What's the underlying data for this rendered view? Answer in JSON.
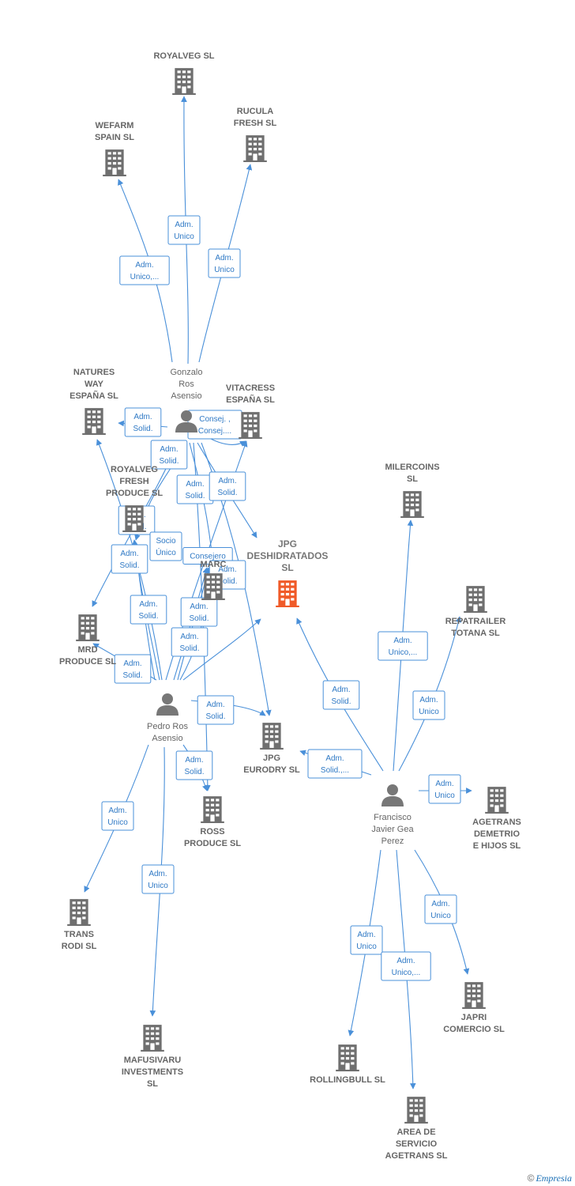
{
  "colors": {
    "edge": "#4a90d9",
    "company_icon": "#6f6f6f",
    "focus_icon": "#f05a28",
    "person_icon": "#777777",
    "label_text": "#666666",
    "relation_text": "#2f79c5"
  },
  "footer": {
    "copyright_symbol": "©",
    "brand": "Empresia"
  },
  "nodes": [
    {
      "id": "jpg_deshidratados",
      "type": "focus",
      "label": [
        "JPG",
        "DESHIDRATADOS",
        "SL"
      ]
    },
    {
      "id": "royalveg",
      "type": "company",
      "label": [
        "ROYALVEG SL"
      ]
    },
    {
      "id": "rucula",
      "type": "company",
      "label": [
        "RUCULA",
        "FRESH  SL"
      ]
    },
    {
      "id": "wefarm",
      "type": "company",
      "label": [
        "WEFARM",
        "SPAIN  SL"
      ]
    },
    {
      "id": "natures_way",
      "type": "company",
      "label": [
        "NATURES",
        "WAY",
        "ESPAÑA SL"
      ]
    },
    {
      "id": "vitacress",
      "type": "company",
      "label": [
        "VITACRESS",
        "ESPAÑA SL"
      ]
    },
    {
      "id": "royalveg_fresh",
      "type": "company",
      "label": [
        "ROYALVEG",
        "FRESH",
        "PRODUCE SL"
      ]
    },
    {
      "id": "marc",
      "type": "company",
      "label": [
        "MARC"
      ]
    },
    {
      "id": "mrd",
      "type": "company",
      "label": [
        "MRD",
        "PRODUCE  SL"
      ]
    },
    {
      "id": "jpg_eurodry",
      "type": "company",
      "label": [
        "JPG",
        "EURODRY  SL"
      ]
    },
    {
      "id": "ross",
      "type": "company",
      "label": [
        "ROSS",
        "PRODUCE  SL"
      ]
    },
    {
      "id": "trans_rodi",
      "type": "company",
      "label": [
        "TRANS",
        "RODI SL"
      ]
    },
    {
      "id": "mafusivaru",
      "type": "company",
      "label": [
        "MAFUSIVARU",
        "INVESTMENTS",
        "SL"
      ]
    },
    {
      "id": "milercoins",
      "type": "company",
      "label": [
        "MILERCOINS",
        "SL"
      ]
    },
    {
      "id": "repatrailer",
      "type": "company",
      "label": [
        "REPATRAILER",
        "TOTANA  SL"
      ]
    },
    {
      "id": "agetrans_demetrio",
      "type": "company",
      "label": [
        "AGETRANS",
        "DEMETRIO",
        "E HIJOS SL"
      ]
    },
    {
      "id": "japri",
      "type": "company",
      "label": [
        "JAPRI",
        "COMERCIO  SL"
      ]
    },
    {
      "id": "rollingbull",
      "type": "company",
      "label": [
        "ROLLINGBULL SL"
      ]
    },
    {
      "id": "area_servicio",
      "type": "company",
      "label": [
        "AREA DE",
        "SERVICIO",
        "AGETRANS  SL"
      ]
    },
    {
      "id": "gonzalo",
      "type": "person",
      "label": [
        "Gonzalo",
        "Ros",
        "Asensio"
      ]
    },
    {
      "id": "pedro",
      "type": "person",
      "label": [
        "Pedro Ros",
        "Asensio"
      ]
    },
    {
      "id": "francisco",
      "type": "person",
      "label": [
        "Francisco",
        "Javier Gea",
        "Perez"
      ]
    }
  ],
  "edges": [
    {
      "from": "gonzalo",
      "to": "royalveg",
      "label": [
        "Adm.",
        "Unico"
      ]
    },
    {
      "from": "gonzalo",
      "to": "wefarm",
      "label": [
        "Adm.",
        "Unico,..."
      ]
    },
    {
      "from": "gonzalo",
      "to": "rucula",
      "label": [
        "Adm.",
        "Unico"
      ]
    },
    {
      "from": "gonzalo",
      "to": "natures_way",
      "label": [
        "Adm.",
        "Solid."
      ]
    },
    {
      "from": "gonzalo",
      "to": "vitacress",
      "label": [
        "Consej. ,",
        "Consej...."
      ]
    },
    {
      "from": "gonzalo",
      "to": "mrd",
      "label": [
        "Adm.",
        "Solid."
      ]
    },
    {
      "from": "gonzalo",
      "to": "royalveg_fresh",
      "label": [
        "Adm.",
        "Solid."
      ]
    },
    {
      "from": "gonzalo",
      "to": "marc",
      "label": [
        "Adm.",
        "Solid."
      ]
    },
    {
      "from": "gonzalo",
      "to": "jpg_deshidratados",
      "label": []
    },
    {
      "from": "gonzalo",
      "to": "jpg_eurodry",
      "label": []
    },
    {
      "from": "gonzalo",
      "to": "ross",
      "label": []
    },
    {
      "from": "pedro",
      "to": "natures_way",
      "label": [
        "Adm.",
        "Solid."
      ]
    },
    {
      "from": "pedro",
      "to": "royalveg_fresh",
      "label": [
        "Adm.",
        "Solid."
      ]
    },
    {
      "from": "pedro",
      "to": "vitacress",
      "label": [
        "Socio",
        "Único"
      ]
    },
    {
      "from": "pedro",
      "to": "marc",
      "label": [
        "Consejero"
      ]
    },
    {
      "from": "pedro",
      "to": "jpg_deshidratados",
      "label": [
        "Adm.",
        "Solid."
      ]
    },
    {
      "from": "pedro",
      "to": "mrd",
      "label": [
        "Adm.",
        "Solid."
      ]
    },
    {
      "from": "pedro",
      "to": "jpg_eurodry",
      "label": [
        "Adm.",
        "Solid."
      ]
    },
    {
      "from": "pedro",
      "to": "ross",
      "label": [
        "Adm.",
        "Solid."
      ]
    },
    {
      "from": "pedro",
      "to": "trans_rodi",
      "label": [
        "Adm.",
        "Unico"
      ]
    },
    {
      "from": "pedro",
      "to": "mafusivaru",
      "label": [
        "Adm.",
        "Unico"
      ]
    },
    {
      "from": "pedro",
      "to": "royalveg_fresh",
      "label": [
        "Adm.",
        "Solid."
      ]
    },
    {
      "from": "pedro",
      "to": "marc",
      "label": [
        "Adm.",
        "Solid."
      ]
    },
    {
      "from": "pedro",
      "to": "marc",
      "label": [
        "Adm.",
        "Solid."
      ]
    },
    {
      "from": "francisco",
      "to": "jpg_deshidratados",
      "label": [
        "Adm.",
        "Solid."
      ]
    },
    {
      "from": "francisco",
      "to": "jpg_eurodry",
      "label": [
        "Adm.",
        "Solid.,..."
      ]
    },
    {
      "from": "francisco",
      "to": "milercoins",
      "label": [
        "Adm.",
        "Unico,..."
      ]
    },
    {
      "from": "francisco",
      "to": "repatrailer",
      "label": [
        "Adm.",
        "Unico"
      ]
    },
    {
      "from": "francisco",
      "to": "agetrans_demetrio",
      "label": [
        "Adm.",
        "Unico"
      ]
    },
    {
      "from": "francisco",
      "to": "japri",
      "label": [
        "Adm.",
        "Unico"
      ]
    },
    {
      "from": "francisco",
      "to": "rollingbull",
      "label": [
        "Adm.",
        "Unico"
      ]
    },
    {
      "from": "francisco",
      "to": "area_servicio",
      "label": [
        "Adm.",
        "Unico,..."
      ]
    }
  ]
}
